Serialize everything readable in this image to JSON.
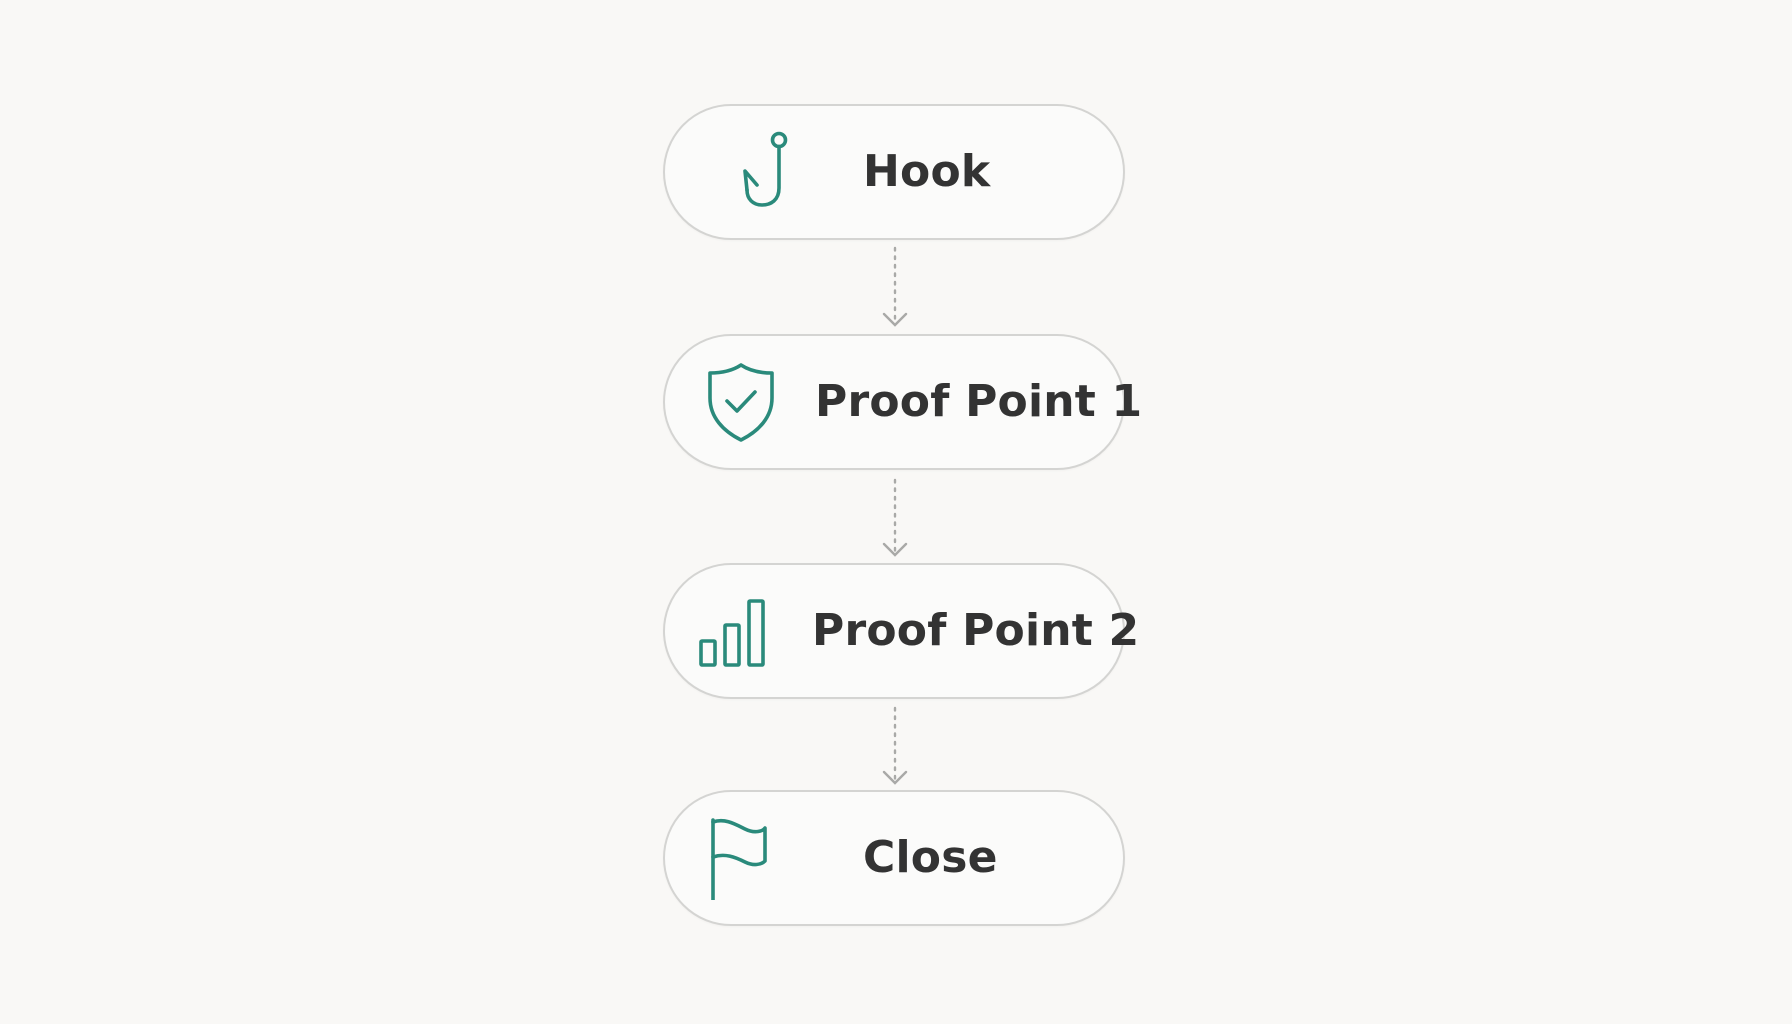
{
  "colors": {
    "background": "#f9f8f6",
    "accent": "#2a8a7b",
    "card_border": "#d4d4d2",
    "text": "#333333",
    "connector": "#a9a9a7"
  },
  "steps": [
    {
      "label": "Hook",
      "icon": "fishing-hook-icon"
    },
    {
      "label": "Proof Point 1",
      "icon": "shield-check-icon"
    },
    {
      "label": "Proof Point 2",
      "icon": "bar-chart-icon"
    },
    {
      "label": "Close",
      "icon": "flag-icon"
    }
  ]
}
